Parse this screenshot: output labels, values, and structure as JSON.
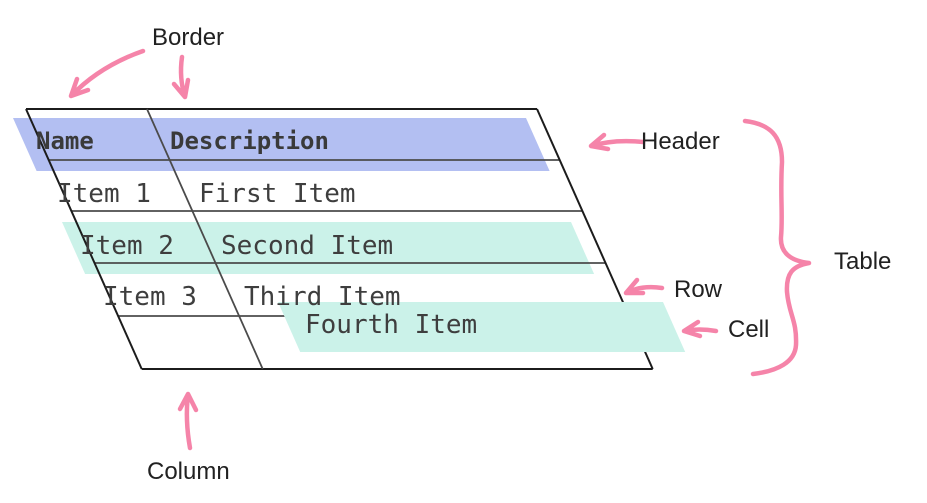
{
  "labels": {
    "border": "Border",
    "header": "Header",
    "table": "Table",
    "row": "Row",
    "cell": "Cell",
    "column": "Column"
  },
  "table": {
    "columns": [
      "Name",
      "Description"
    ],
    "rows": [
      [
        "Item 1",
        "First Item"
      ],
      [
        "Item 2",
        "Second Item"
      ],
      [
        "Item 3",
        "Third Item"
      ],
      [
        "",
        "Fourth Item"
      ]
    ]
  },
  "colors": {
    "highlight_header": "#b3bff2",
    "highlight_row": "#cbf2e9",
    "annotation_pink": "#f584a9",
    "line_outer": "#1c1c1c",
    "line_inner": "#4b4b4b",
    "label_text": "#212121",
    "cell_text": "#3e3e3e"
  }
}
